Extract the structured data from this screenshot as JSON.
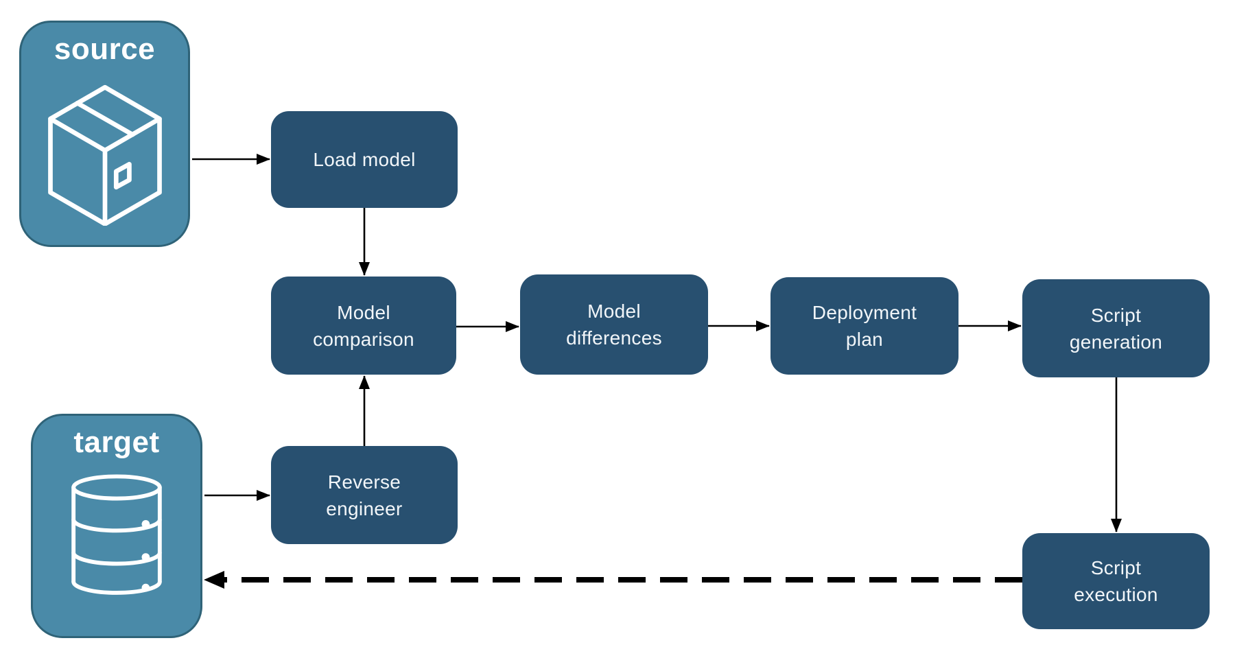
{
  "diagram": {
    "endpoints": {
      "source": {
        "label": "source",
        "icon": "package-icon"
      },
      "target": {
        "label": "target",
        "icon": "database-icon"
      }
    },
    "nodes": {
      "load_model": {
        "label": "Load model"
      },
      "model_comparison": {
        "label": "Model\ncomparison"
      },
      "model_differences": {
        "label": "Model\ndifferences"
      },
      "deployment_plan": {
        "label": "Deployment\nplan"
      },
      "script_generation": {
        "label": "Script\ngeneration"
      },
      "reverse_engineer": {
        "label": "Reverse\nengineer"
      },
      "script_execution": {
        "label": "Script\nexecution"
      }
    },
    "edges": [
      {
        "from": "source",
        "to": "load_model",
        "style": "solid"
      },
      {
        "from": "load_model",
        "to": "model_comparison",
        "style": "solid"
      },
      {
        "from": "model_comparison",
        "to": "model_differences",
        "style": "solid"
      },
      {
        "from": "model_differences",
        "to": "deployment_plan",
        "style": "solid"
      },
      {
        "from": "deployment_plan",
        "to": "script_generation",
        "style": "solid"
      },
      {
        "from": "script_generation",
        "to": "script_execution",
        "style": "solid"
      },
      {
        "from": "target",
        "to": "reverse_engineer",
        "style": "solid"
      },
      {
        "from": "reverse_engineer",
        "to": "model_comparison",
        "style": "solid"
      },
      {
        "from": "script_execution",
        "to": "target",
        "style": "dashed"
      }
    ],
    "colors": {
      "background": "#ffffff",
      "process_node_fill": "#285070",
      "process_node_text": "#f2f6f9",
      "endpoint_fill": "#4a8aa8",
      "endpoint_border": "#2f6378",
      "icon_stroke": "#ffffff",
      "arrow": "#000000"
    }
  }
}
